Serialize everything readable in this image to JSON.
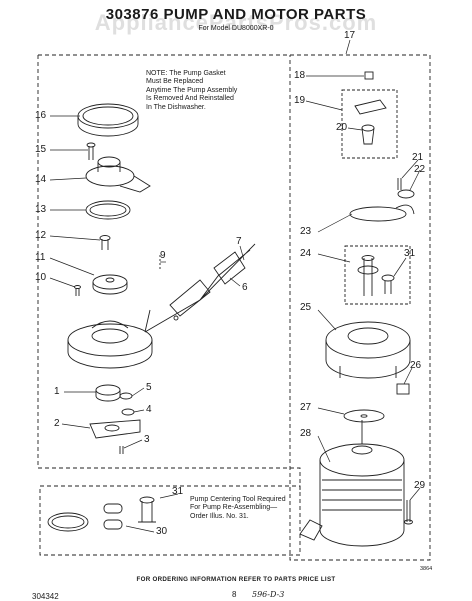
{
  "header": {
    "title": "303876 PUMP AND MOTOR PARTS",
    "model": "For Model DU8000XR-0",
    "watermark": "AppliancePartsPros.com"
  },
  "note": {
    "lines": [
      "NOTE: The Pump Gasket",
      "Must Be Replaced",
      "Anytime The Pump Assembly",
      "Is Removed And Reinstalled",
      "In The Dishwasher."
    ]
  },
  "tool_note": {
    "lines": [
      "Pump Centering Tool Required",
      "For Pump Re-Assembling—",
      "Order Illus. No. 31."
    ]
  },
  "callouts": {
    "c1": "1",
    "c2": "2",
    "c3": "3",
    "c4": "4",
    "c5": "5",
    "c6": "6",
    "c7": "7",
    "c9": "9",
    "c10": "10",
    "c11": "11",
    "c12": "12",
    "c13": "13",
    "c14": "14",
    "c15": "15",
    "c16": "16",
    "c17": "17",
    "c18": "18",
    "c19": "19",
    "c20": "20",
    "c21": "21",
    "c22": "22",
    "c23": "23",
    "c24": "24",
    "c25": "25",
    "c26": "26",
    "c27": "27",
    "c28": "28",
    "c29": "29",
    "c30": "30",
    "c31a": "31",
    "c31b": "31"
  },
  "footer": {
    "ordering": "FOR ORDERING INFORMATION REFER TO PARTS PRICE LIST",
    "doc_number": "304342",
    "page": "8",
    "handwritten": "596-D-3",
    "diagram_code": "3864"
  }
}
